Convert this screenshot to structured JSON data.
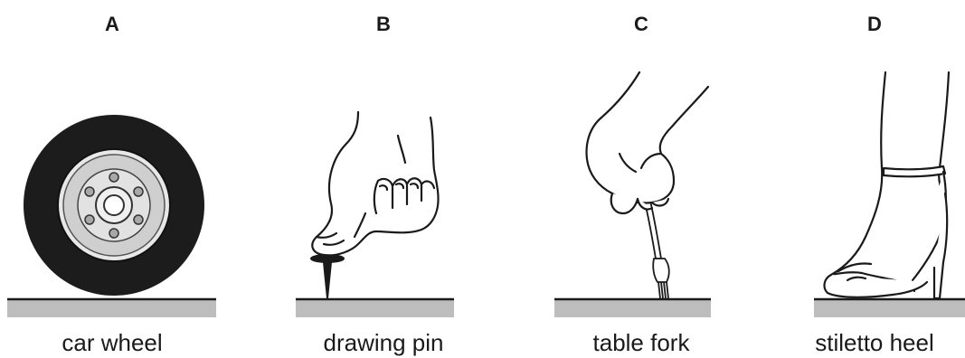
{
  "panels": [
    {
      "letter": "A",
      "caption": "car wheel"
    },
    {
      "letter": "B",
      "caption": "drawing pin"
    },
    {
      "letter": "C",
      "caption": "table fork"
    },
    {
      "letter": "D",
      "caption": "stiletto heel"
    }
  ],
  "colors": {
    "ground": "#bdbdbd",
    "ground_line": "#1a1a1a",
    "tyre": "#1c1c1c",
    "hub": "#cfcfcf",
    "ink": "#1a1a1a"
  }
}
